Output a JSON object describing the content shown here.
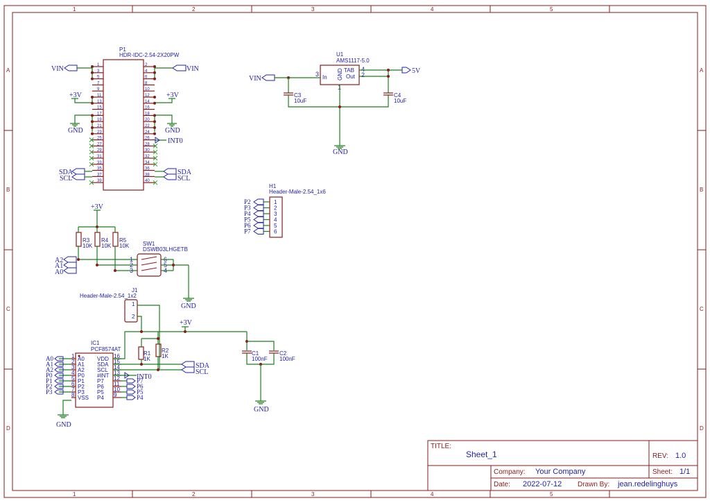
{
  "frame": {
    "cols": [
      "1",
      "2",
      "3",
      "4",
      "5"
    ],
    "rows": [
      "A",
      "B",
      "C",
      "D"
    ]
  },
  "power": {
    "vin": "VIN",
    "v3": "+3V",
    "gnd": "GND",
    "v5": "5V"
  },
  "nets": {
    "int0": "INT0",
    "sda": "SDA",
    "scl": "SCL",
    "a0": "A0",
    "a1": "A1",
    "a2": "A2",
    "p0": "P0",
    "p1": "P1",
    "p2": "P2",
    "p3": "P3",
    "p4": "P4",
    "p5": "P5",
    "p6": "P6",
    "p7": "P7"
  },
  "p1": {
    "ref": "P1",
    "value": "HDR-IDC-2.54-2X20PW",
    "left_pins": [
      "1",
      "3",
      "5",
      "7",
      "9",
      "11",
      "13",
      "15",
      "17",
      "19",
      "21",
      "23",
      "25",
      "27",
      "29",
      "31",
      "33",
      "35",
      "37",
      "39"
    ],
    "right_pins": [
      "2",
      "4",
      "6",
      "8",
      "10",
      "12",
      "14",
      "16",
      "18",
      "20",
      "22",
      "24",
      "26",
      "28",
      "30",
      "32",
      "34",
      "36",
      "38",
      "40"
    ]
  },
  "u1": {
    "ref": "U1",
    "value": "AMS1117-5.0",
    "in": "In",
    "gnd": "GND",
    "tab": "TAB",
    "out": "Out",
    "pin_in": "3",
    "pin_gnd": "1",
    "pin_tab": "4",
    "pin_out": "2"
  },
  "c3": {
    "ref": "C3",
    "value": "10uF"
  },
  "c4": {
    "ref": "C4",
    "value": "10uF"
  },
  "h1": {
    "ref": "H1",
    "value": "Header-Male-2.54_1x6",
    "pins": [
      "1",
      "2",
      "3",
      "4",
      "5",
      "6"
    ]
  },
  "r3": {
    "ref": "R3",
    "value": "10K"
  },
  "r4": {
    "ref": "R4",
    "value": "10K"
  },
  "r5": {
    "ref": "R5",
    "value": "10K"
  },
  "sw1": {
    "ref": "SW1",
    "value": "DSWB03LHGETB",
    "pins_l": [
      "1",
      "2",
      "3"
    ],
    "pins_r": [
      "6",
      "5",
      "4"
    ]
  },
  "j1": {
    "ref": "J1",
    "value": "Header-Male-2.54_1x2",
    "pins": [
      "1",
      "2"
    ]
  },
  "r1": {
    "ref": "R1",
    "value": "1K"
  },
  "r2": {
    "ref": "R2",
    "value": "1K"
  },
  "c1": {
    "ref": "C1",
    "value": "100nF"
  },
  "c2": {
    "ref": "C2",
    "value": "100nF"
  },
  "ic1": {
    "ref": "IC1",
    "value": "PCF8574AT",
    "left": [
      "A0",
      "A1",
      "A2",
      "P0",
      "P1",
      "P2",
      "P3",
      "VSS"
    ],
    "left_nums": [
      "1",
      "2",
      "3",
      "4",
      "5",
      "6",
      "7",
      "8"
    ],
    "right": [
      "VDD",
      "SDA",
      "SCL",
      "#INT",
      "P7",
      "P6",
      "P5",
      "P4"
    ],
    "right_nums": [
      "16",
      "15",
      "14",
      "13",
      "12",
      "11",
      "10",
      "9"
    ]
  },
  "title_block": {
    "title_label": "TITLE:",
    "title": "Sheet_1",
    "rev_label": "REV:",
    "rev": "1.0",
    "company_label": "Company:",
    "company": "Your Company",
    "sheet_label": "Sheet:",
    "sheet": "1/1",
    "date_label": "Date:",
    "date": "2022-07-12",
    "drawn_label": "Drawn By:",
    "drawn": "jean.redelinghuys"
  },
  "colors": {
    "frame": "#8b1a1a",
    "wire": "#1a7f1a",
    "text": "#2222aa"
  }
}
